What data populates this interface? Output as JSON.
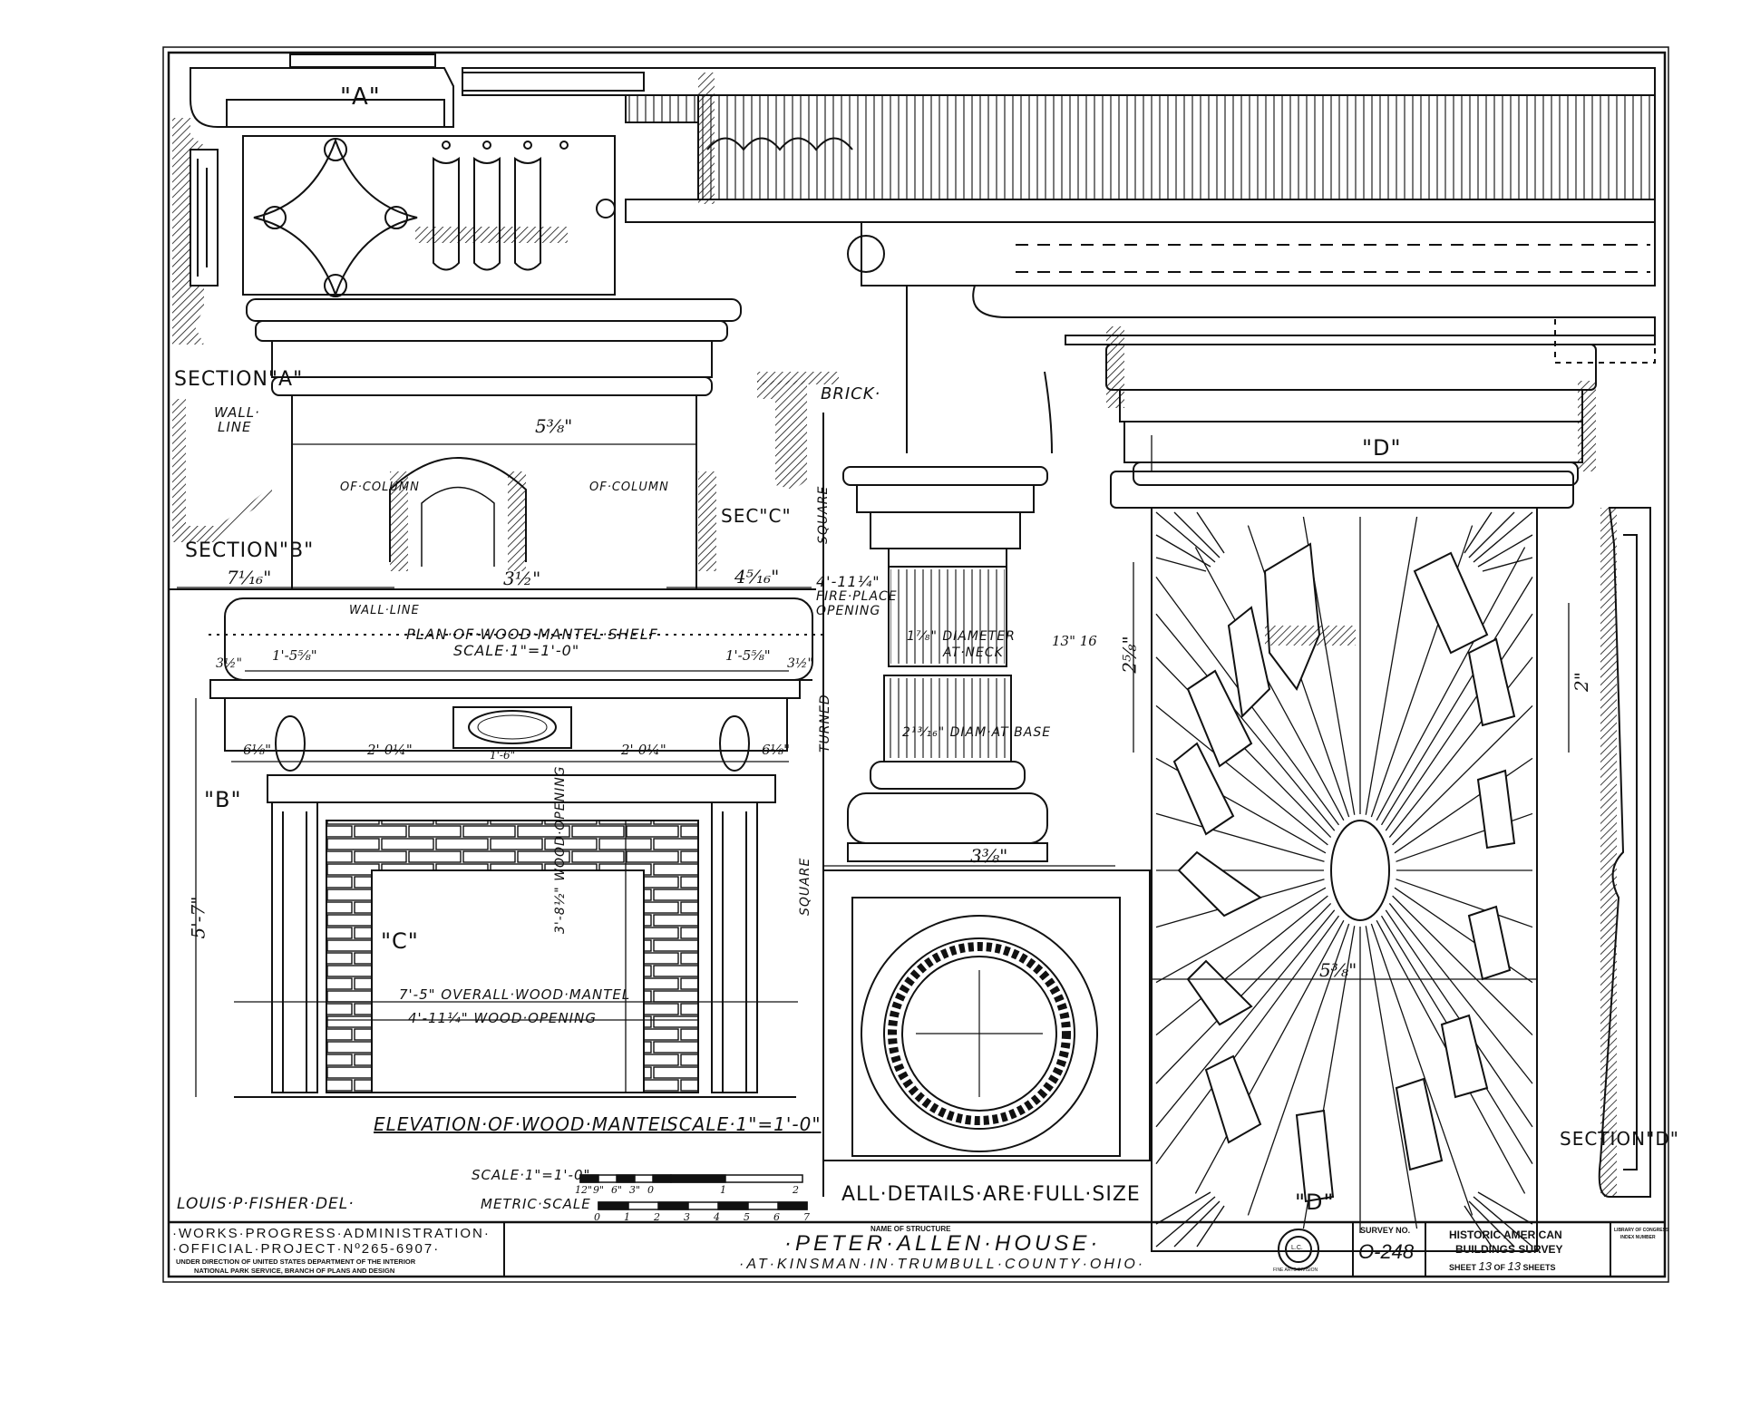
{
  "drawing": {
    "details_note": "ALL·DETAILS·ARE·FULL·SIZE",
    "elevation_title": "ELEVATION·OF·WOOD·MANTEL",
    "elevation_scale": "SCALE·1\"=1'-0\"",
    "plan_title": "PLAN·OF·WOOD·MANTEL·SHELF",
    "plan_scale": "SCALE·1\"=1'-0\"",
    "delineator": "LOUIS·P·FISHER·DEL·",
    "scale_label": "SCALE·1\"=1'-0\"",
    "metric_label": "METRIC·SCALE",
    "scale_ticks": [
      "12\"",
      "9\"",
      "6\"",
      "3\"",
      "0",
      "1",
      "2"
    ],
    "metric_ticks": [
      "0",
      "1",
      "2",
      "3",
      "4",
      "5",
      "6",
      "7"
    ]
  },
  "sections": {
    "a_mark": "\"A\"",
    "section_a": "SECTION\"A\"",
    "section_b": "SECTION\"B\"",
    "b_mark": "\"B\"",
    "c_mark": "\"C\"",
    "sec_c": "SEC\"C\"",
    "d_mark_top": "\"D\"",
    "d_mark_bottom": "\"D\"",
    "section_d": "SECTION\"D\""
  },
  "labels": {
    "wall_line_1": "WALL·",
    "wall_line_2": "LINE",
    "wall_line_plan": "WALL·LINE",
    "brick": "BRICK·",
    "of_column_left": "OF·COLUMN",
    "of_column_right": "OF·COLUMN",
    "square_top": "SQUARE",
    "square_bottom": "SQUARE",
    "turned": "TURNED",
    "fire_place_1": "4'-11¼\"",
    "fire_place_2": "FIRE·PLACE",
    "fire_place_3": "OPENING",
    "diameter_neck_1": "1⁷⁄₈\" DIAMETER",
    "diameter_neck_2": "AT·NECK",
    "diam_base": "2¹³⁄₁₆\" DIAM·AT·BASE",
    "overall_mantel": "7'-5\" OVERALL·WOOD·MANTEL",
    "wood_opening_h": "4'-11¼\" WOOD·OPENING",
    "wood_opening_v": "3'-8½\" WOOD·OPENING"
  },
  "dimensions": {
    "d_5_3_8_top": "5³⁄₈\"",
    "d_7_1_16": "7¹⁄₁₆\"",
    "d_3_1_2": "3½\"",
    "d_4_5_16": "4⁵⁄₁₆\"",
    "d_1_5_5_8_l": "1'-5⁵⁄₈\"",
    "d_1_5_5_8_r": "1'-5⁵⁄₈\"",
    "d_3_1_2_l": "3½\"",
    "d_3_1_2_r": "3½\"",
    "d_6_1_8_l": "6⅛\"",
    "d_6_1_8_r": "6⅛\"",
    "d_2_0_1_4_l": "2'-0¼\"",
    "d_2_0_1_4_r": "2'-0¼\"",
    "d_1_6": "1'-6\"",
    "d_5_7": "5'-7\"",
    "d_3_3_8": "3⅜\"",
    "d_13_16": "13\" 16",
    "d_2_5_8": "2⅝\"",
    "d_2": "2\"",
    "d_5_3_8_cap": "5³⁄₈\""
  },
  "title_block": {
    "wpa_line_1": "·WORKS·PROGRESS·ADMINISTRATION·",
    "wpa_line_2": "·OFFICIAL·PROJECT·Nº265-6907·",
    "wpa_line_3": "UNDER DIRECTION OF UNITED STATES DEPARTMENT OF THE INTERIOR",
    "wpa_line_4": "NATIONAL PARK SERVICE, BRANCH OF PLANS AND DESIGN",
    "name_caption": "NAME OF STRUCTURE",
    "structure_name": "·PETER·ALLEN·HOUSE·",
    "location": "·AT·KINSMAN·IN·TRUMBULL·COUNTY·OHIO·",
    "seal_text": "FINE ARTS DIVISION",
    "seal_center": "L.C.",
    "survey_caption": "SURVEY NO.",
    "survey_no": "O-248",
    "habs_1": "HISTORIC AMERICAN",
    "habs_2": "BUILDINGS SURVEY",
    "sheet_prefix": "SHEET",
    "sheet_no": "13",
    "sheet_of": "OF",
    "sheet_total": "13",
    "sheet_suffix": "SHEETS",
    "loc_1": "LIBRARY OF CONGRESS",
    "loc_2": "INDEX NUMBER"
  }
}
